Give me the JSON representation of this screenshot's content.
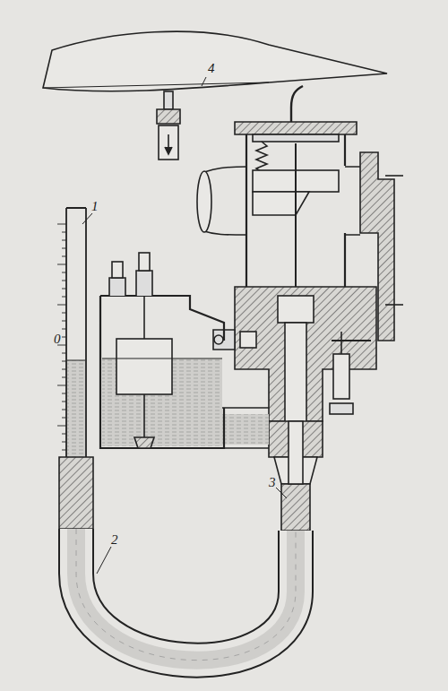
{
  "diagram": {
    "labels": [
      "4",
      "1",
      "0",
      "3",
      "2"
    ]
  }
}
